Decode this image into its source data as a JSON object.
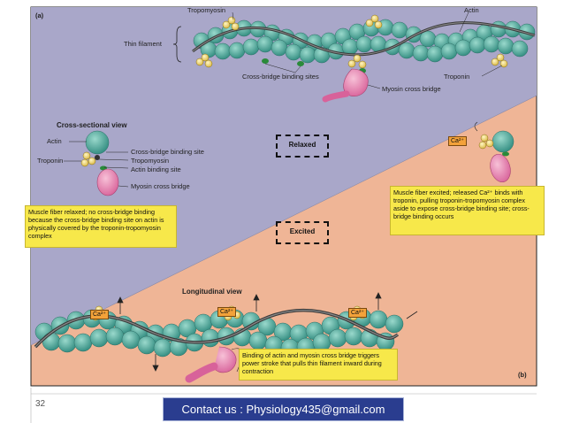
{
  "panel_a": {
    "tag": "(a)",
    "tropomyosin": "Tropomyosin",
    "actin": "Actin",
    "thin_filament": "Thin filament",
    "cross_bridge_sites": "Cross-bridge binding sites",
    "troponin": "Troponin",
    "myosin_bridge": "Myosin cross bridge"
  },
  "cross_section": {
    "title": "Cross-sectional view",
    "actin": "Actin",
    "troponin": "Troponin",
    "labels": [
      "Cross-bridge binding site",
      "Tropomyosin",
      "Actin binding site",
      "Myosin cross bridge"
    ]
  },
  "states": {
    "relaxed": "Relaxed",
    "excited": "Excited"
  },
  "notes": {
    "relaxed": "Muscle fiber relaxed; no cross-bridge binding because the cross-bridge binding site on actin is physically covered by the troponin-tropomyosin complex",
    "excited": "Muscle fiber excited; released Ca²⁺ binds with troponin, pulling troponin-tropomyosin complex aside to expose cross-bridge binding site; cross-bridge binding occurs",
    "binding": "Binding of actin and myosin cross bridge triggers power stroke that pulls thin filament inward during contraction"
  },
  "calcium": "Ca²⁺",
  "longitudinal": {
    "title": "Longitudinal view",
    "tag": "(b)"
  },
  "footer": {
    "page_number": "32",
    "contact": "Contact us : Physiology435@gmail.com"
  },
  "colors": {
    "relaxed_bg": "#a9a7c9",
    "excited_bg": "#efb596",
    "note": "#f7e84a",
    "actin": "#5fb3a5",
    "myosin": "#e889b0",
    "footer": "#2a3d8f"
  }
}
